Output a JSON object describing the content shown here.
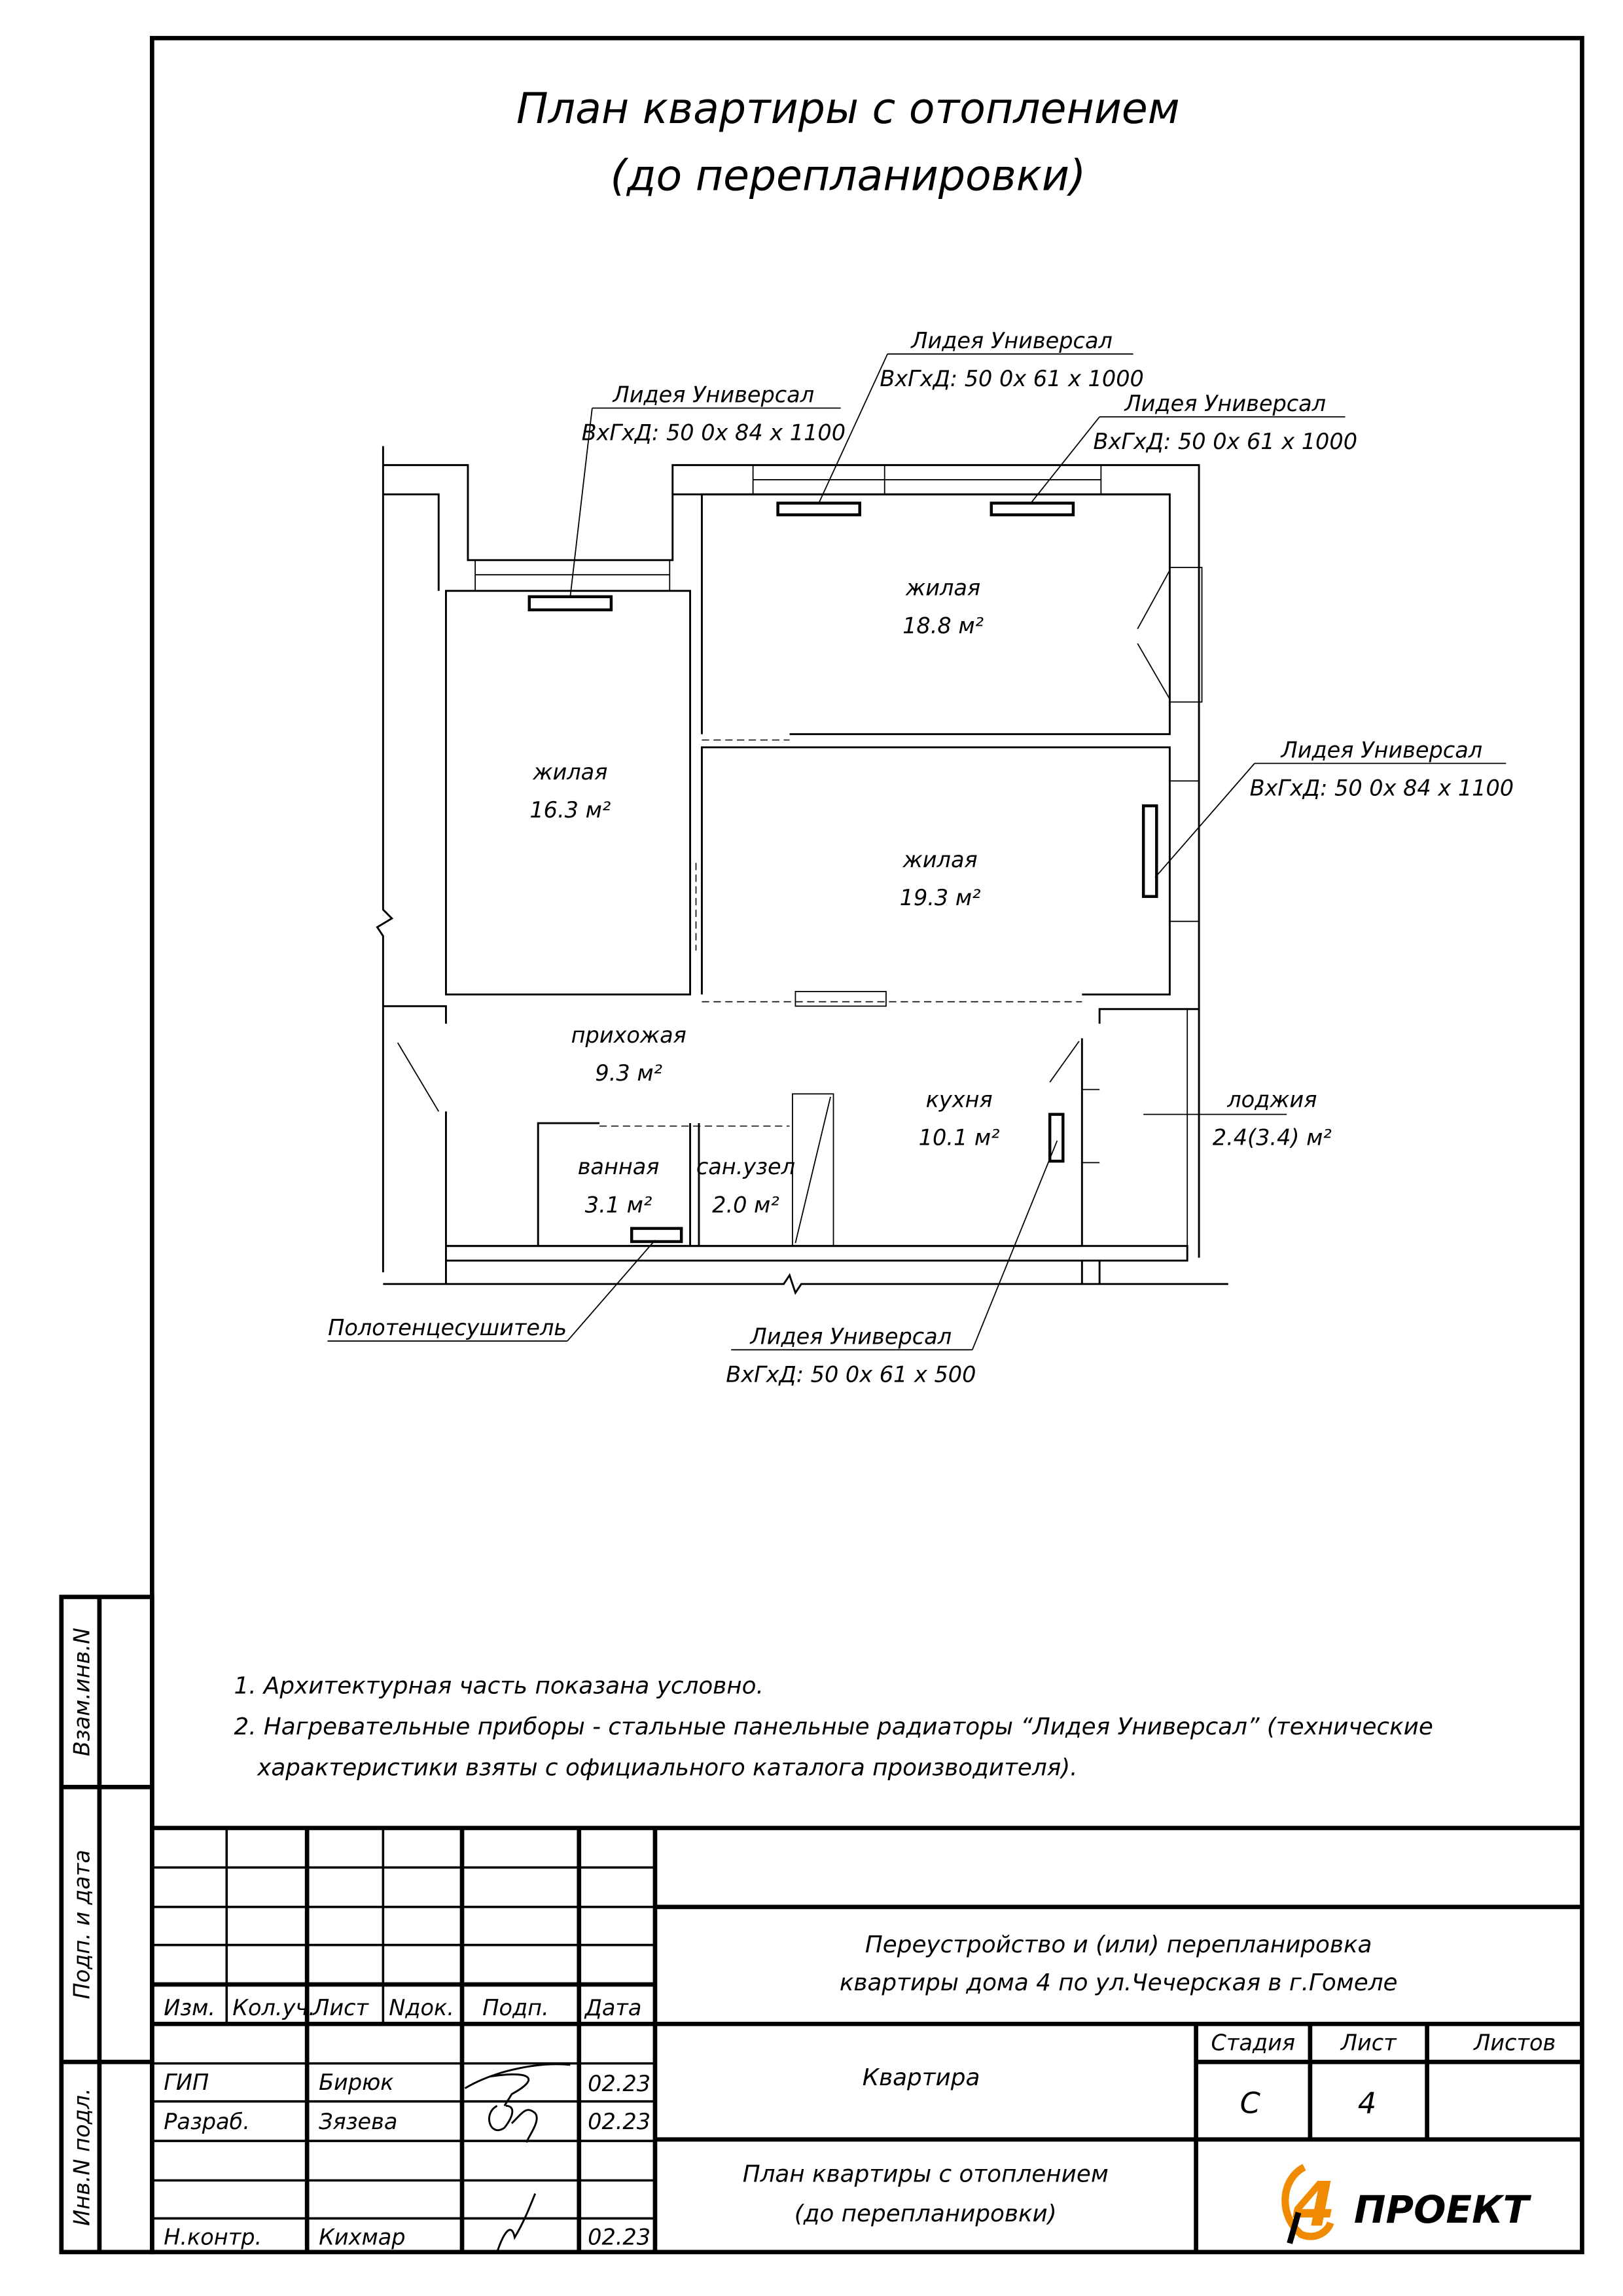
{
  "title": {
    "line1": "План квартиры с отоплением",
    "line2": "(до перепланировки)"
  },
  "rooms": [
    {
      "name": "жилая",
      "area": "16.3 м²"
    },
    {
      "name": "жилая",
      "area": "18.8 м²"
    },
    {
      "name": "жилая",
      "area": "19.3 м²"
    },
    {
      "name": "прихожая",
      "area": "9.3 м²"
    },
    {
      "name": "кухня",
      "area": "10.1 м²"
    },
    {
      "name": "ванная",
      "area": "3.1 м²"
    },
    {
      "name": "сан.узел",
      "area": "2.0 м²"
    },
    {
      "name": "лоджия",
      "area": "2.4(3.4) м²"
    }
  ],
  "radiators": [
    {
      "model": "Лидея Универсал",
      "size": "ВхГхД:  50 0х 84 х 1100"
    },
    {
      "model": "Лидея Универсал",
      "size": "ВхГхД:  50 0х 61 х 1000"
    },
    {
      "model": "Лидея Универсал",
      "size": "ВхГхД:  50 0х 61 х 1000"
    },
    {
      "model": "Лидея Универсал",
      "size": "ВхГхД:  50 0х 84 х 1100"
    },
    {
      "model": "Лидея Универсал",
      "size": "ВхГхД:  50 0х 61 х 500"
    }
  ],
  "towel_dryer": "Полотенцесушитель",
  "notes": [
    "1.  Архитектурная часть показана условно.",
    "2.  Нагревательные приборы - стальные панельные радиаторы “Лидея Универсал” (технические",
    "характеристики взяты с официального каталога производителя)."
  ],
  "side_stamps": {
    "a": "Взам.инв.N",
    "b": "Подп. и дата",
    "c": "Инв.N подл."
  },
  "title_block": {
    "headers": [
      "Изм.",
      "Кол.уч.",
      "Лист",
      "Nдок.",
      "Подп.",
      "Дата"
    ],
    "people": [
      {
        "role": "ГИП",
        "name": "Бирюк",
        "date": "02.23"
      },
      {
        "role": "Разраб.",
        "name": "Зязева",
        "date": "02.23"
      },
      {
        "role": "Н.контр.",
        "name": "Кихмар",
        "date": "02.23"
      }
    ],
    "project": {
      "line1": "Переустройство и (или) перепланировка",
      "line2": "квартиры  дома 4 по ул.Чечерская в г.Гомеле"
    },
    "object": "Квартира",
    "sheet_title": {
      "line1": "План квартиры с отоплением",
      "line2": "(до перепланировки)"
    },
    "stage_label": "Стадия",
    "sheet_label": "Лист",
    "sheets_label": "Листов",
    "stage": "С",
    "sheet": "4",
    "sheets": "",
    "logo": {
      "digit": "4",
      "text": "ПРОЕКТ",
      "color": "#f08a00"
    }
  }
}
